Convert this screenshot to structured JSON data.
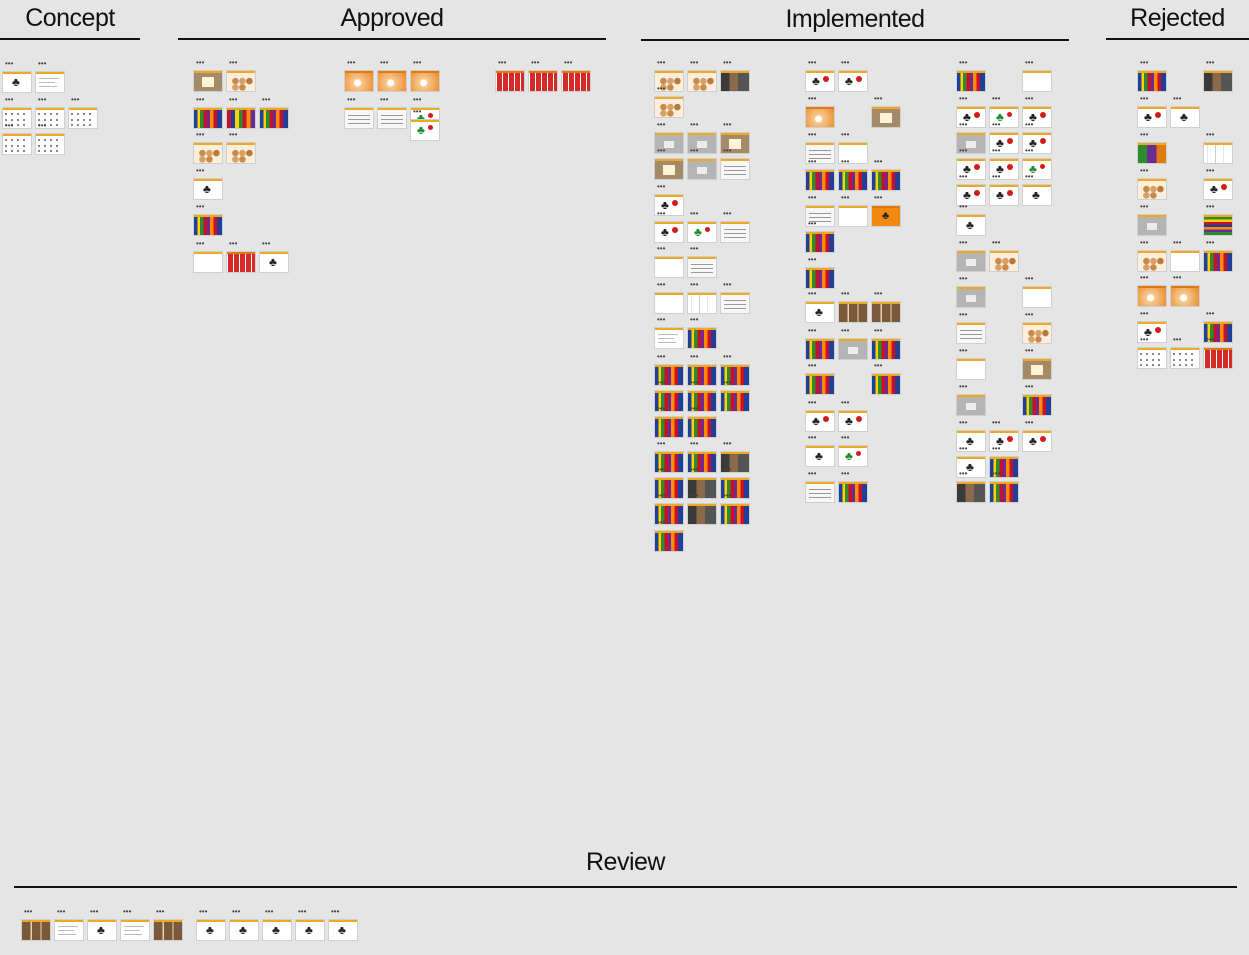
{
  "columns": [
    {
      "id": "concept",
      "title": "Concept"
    },
    {
      "id": "approved",
      "title": "Approved"
    },
    {
      "id": "implemented",
      "title": "Implemented"
    },
    {
      "id": "rejected",
      "title": "Rejected"
    },
    {
      "id": "review",
      "title": "Review"
    }
  ],
  "thumb_menu_glyph": "•••",
  "thumb_kinds": [
    "blank",
    "text",
    "grid",
    "cake",
    "stripes",
    "stripes2",
    "dark",
    "figure",
    "figred",
    "figgreen",
    "orange",
    "orangeflat",
    "red",
    "gray",
    "brown",
    "sheet",
    "portrait",
    "cols",
    "bands",
    "purple"
  ],
  "cards": {
    "concept": [
      "figure",
      "text",
      "grid",
      "grid",
      "grid",
      "grid",
      "grid"
    ],
    "approved": [
      "brown",
      "cake",
      "stripes",
      "stripes2",
      "stripes",
      "cake",
      "cake",
      "figure",
      "stripes",
      "blank",
      "red",
      "figure",
      "orange",
      "orange",
      "orange",
      "sheet",
      "sheet",
      "figgreen",
      "figgreen",
      "red",
      "red",
      "red"
    ],
    "implemented_col1": [
      "cake",
      "cake",
      "dark",
      "cake",
      "gray",
      "gray",
      "brown",
      "brown",
      "gray",
      "sheet",
      "figred",
      "figred",
      "figgreen",
      "sheet",
      "blank",
      "sheet",
      "blank",
      "cols",
      "sheet",
      "text",
      "stripes",
      "stripes",
      "stripes",
      "stripes",
      "stripes",
      "stripes",
      "stripes",
      "stripes",
      "stripes",
      "stripes",
      "stripes",
      "dark",
      "stripes",
      "dark",
      "stripes",
      "stripes",
      "dark",
      "stripes",
      "stripes"
    ],
    "implemented_col2": [
      "figred",
      "figred",
      "orange",
      "brown",
      "sheet",
      "blank",
      "stripes",
      "stripes",
      "stripes",
      "sheet",
      "blank",
      "orangeflat",
      "stripes",
      "stripes",
      "figure",
      "portrait",
      "portrait",
      "stripes",
      "gray",
      "stripes",
      "stripes",
      "stripes",
      "figred",
      "figred",
      "figure",
      "figgreen",
      "sheet",
      "stripes"
    ],
    "implemented_col3": [
      "stripes",
      "blank",
      "figred",
      "figgreen",
      "figred",
      "gray",
      "figred",
      "figred",
      "figred",
      "figred",
      "figgreen",
      "figred",
      "figred",
      "figure",
      "figure",
      "gray",
      "cake",
      "gray",
      "blank",
      "sheet",
      "cake",
      "blank",
      "brown",
      "gray",
      "stripes",
      "figure",
      "figred",
      "figred",
      "figure",
      "stripes",
      "dark",
      "stripes"
    ],
    "rejected": [
      "stripes",
      "dark",
      "figred",
      "figure",
      "purple",
      "cols",
      "cake",
      "figred",
      "gray",
      "bands",
      "cake",
      "blank",
      "stripes",
      "orange",
      "orange",
      "figred",
      "stripes",
      "grid",
      "grid",
      "red"
    ],
    "review": [
      "portrait",
      "text",
      "figure",
      "text",
      "portrait",
      "figure",
      "figure",
      "figure",
      "figure",
      "figure"
    ]
  }
}
